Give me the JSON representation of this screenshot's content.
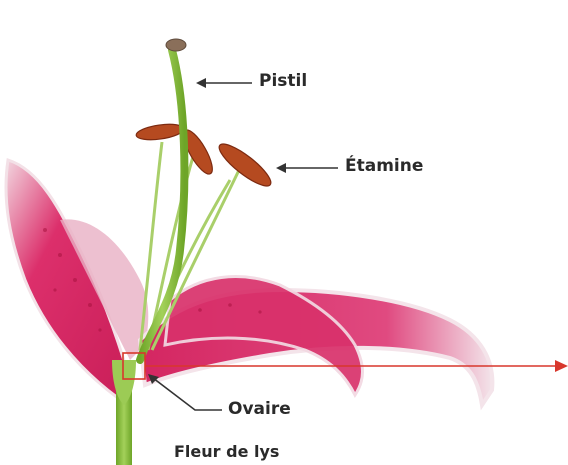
{
  "diagram": {
    "labels": {
      "pistil": "Pistil",
      "etamine": "Étamine",
      "ovaire": "Ovaire"
    },
    "caption": "Fleur de lys",
    "colors": {
      "petal": "#dc2f6b",
      "petal_edge": "#f5dfe6",
      "stem": "#8cc23a",
      "anther": "#b54a20",
      "label_text": "#2a2a2a",
      "leader_line": "#333333",
      "highlight": "#d8372c"
    }
  }
}
